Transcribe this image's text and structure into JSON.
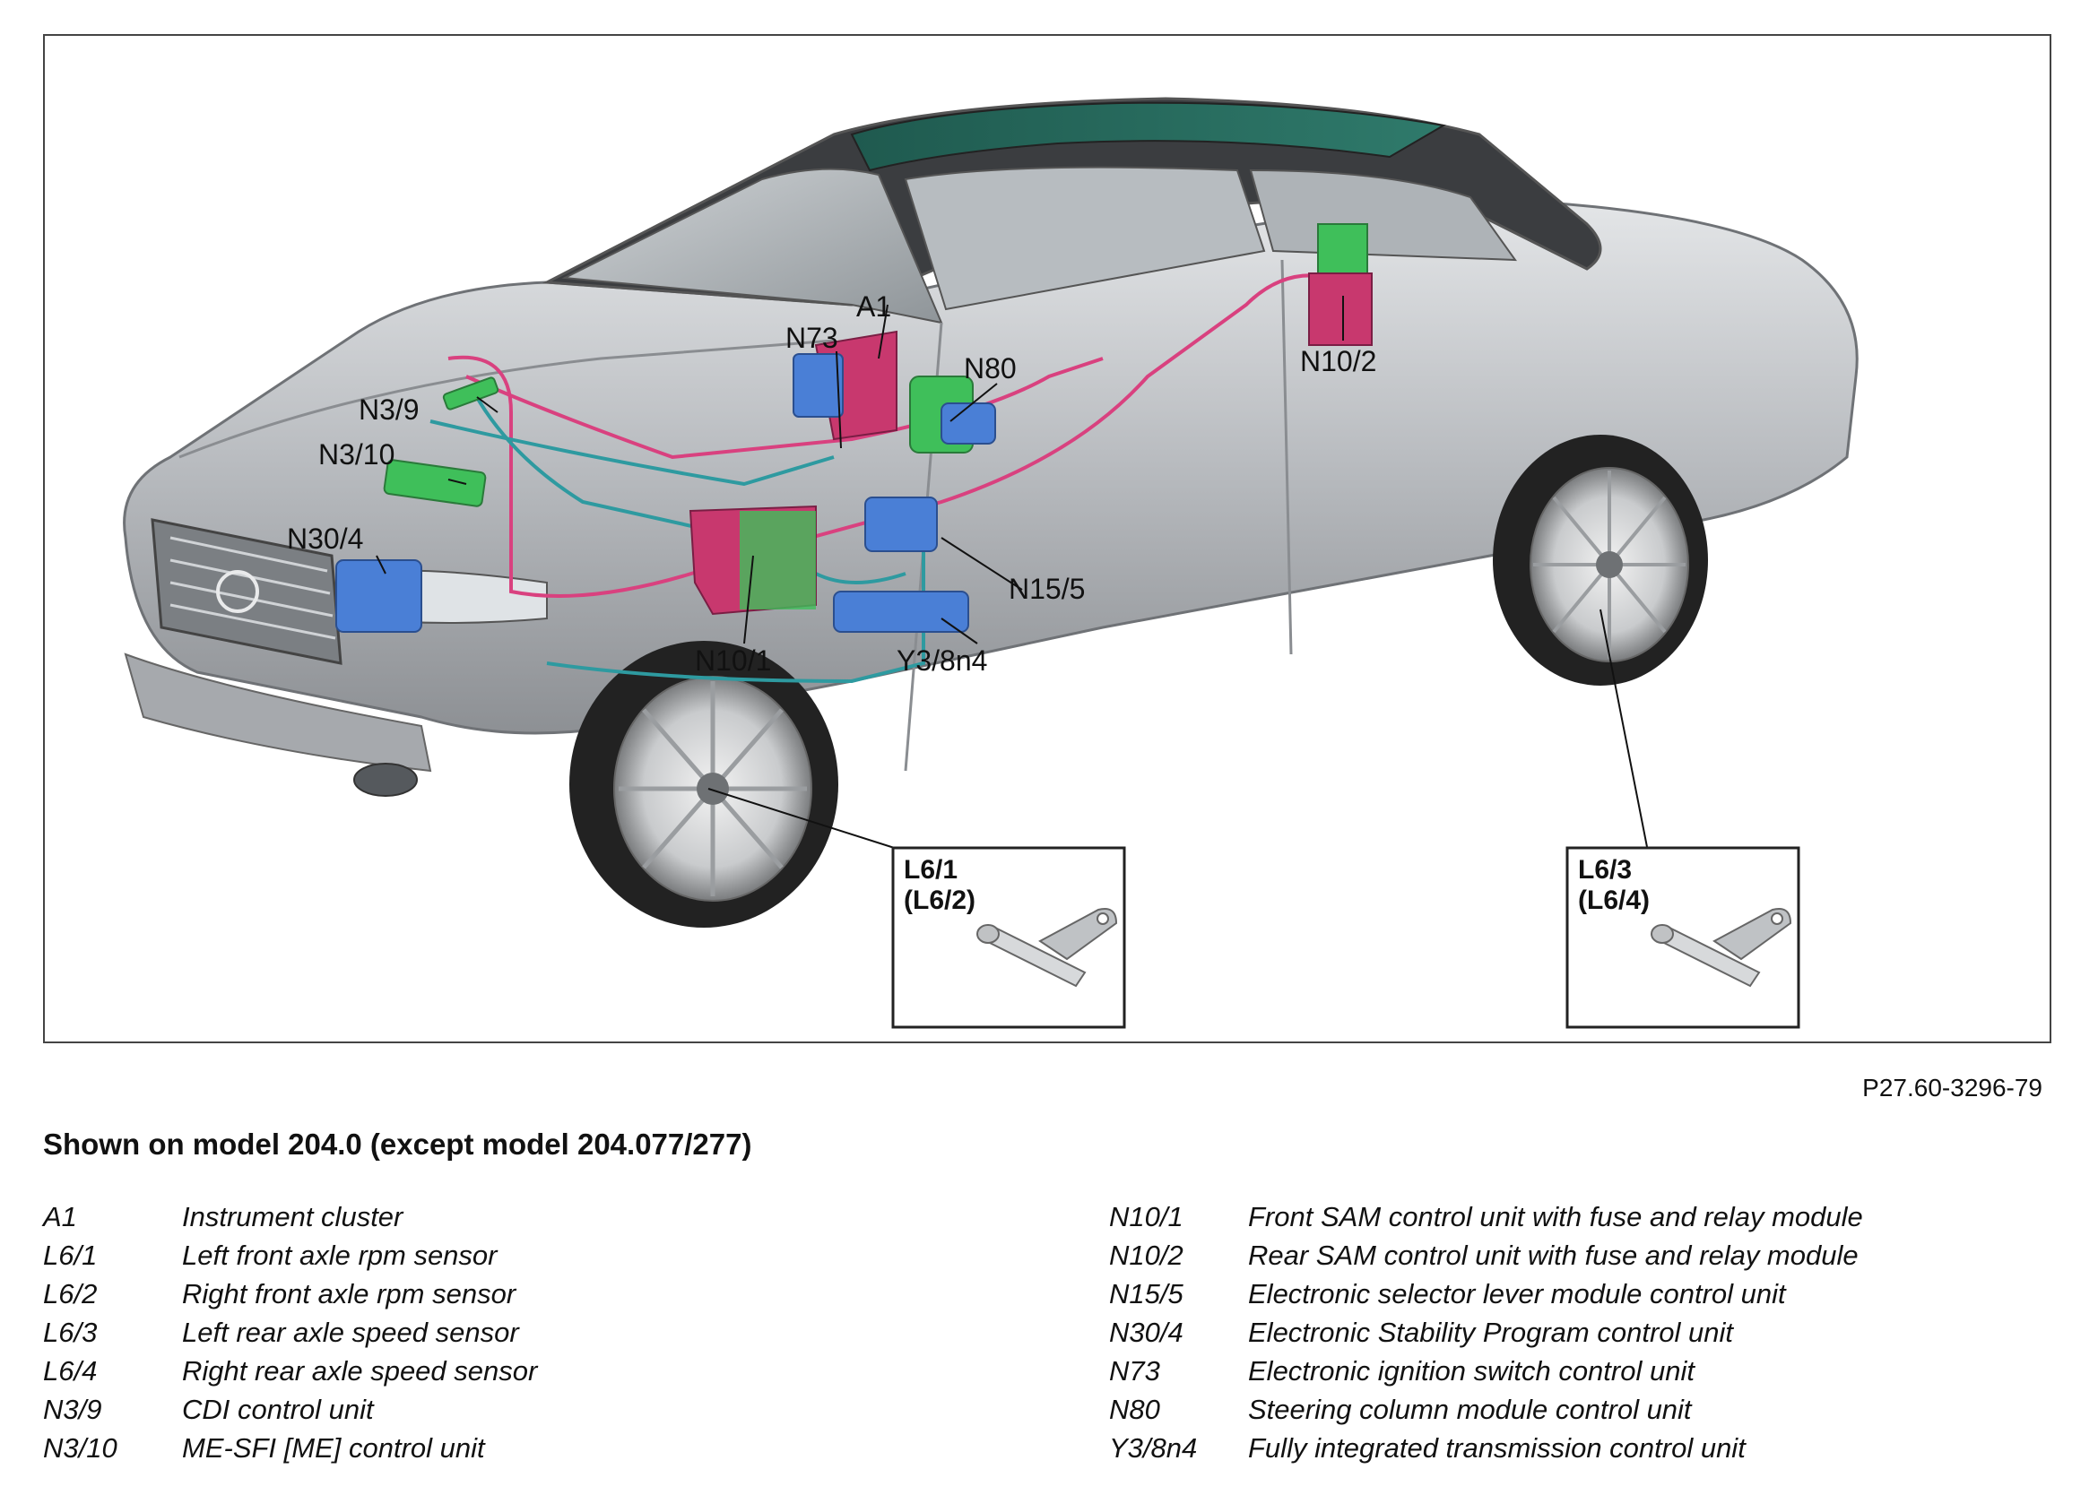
{
  "callouts": {
    "a1": "A1",
    "n73": "N73",
    "n80": "N80",
    "n10_2": "N10/2",
    "n3_9": "N3/9",
    "n3_10": "N3/10",
    "n30_4": "N30/4",
    "n15_5": "N15/5",
    "n10_1": "N10/1",
    "y3_8n4": "Y3/8n4"
  },
  "inset_front": {
    "line1": "L6/1",
    "line2": "(L6/2)"
  },
  "inset_rear": {
    "line1": "L6/3",
    "line2": "(L6/4)"
  },
  "figure_ref": "P27.60-3296-79",
  "caption": "Shown on model 204.0 (except model 204.077/277)",
  "legend_left": [
    {
      "code": "A1",
      "desc": "Instrument cluster"
    },
    {
      "code": "L6/1",
      "desc": "Left front axle rpm sensor"
    },
    {
      "code": "L6/2",
      "desc": "Right front axle rpm sensor"
    },
    {
      "code": "L6/3",
      "desc": "Left rear axle speed sensor"
    },
    {
      "code": "L6/4",
      "desc": "Right rear axle speed sensor"
    },
    {
      "code": "N3/9",
      "desc": "CDI control unit"
    },
    {
      "code": "N3/10",
      "desc": "ME-SFI [ME] control unit"
    }
  ],
  "legend_right": [
    {
      "code": "N10/1",
      "desc": "Front SAM control unit with fuse and relay module"
    },
    {
      "code": "N10/2",
      "desc": "Rear SAM control unit with fuse and relay module"
    },
    {
      "code": "N15/5",
      "desc": "Electronic selector lever module control unit"
    },
    {
      "code": "N30/4",
      "desc": "Electronic Stability Program control unit"
    },
    {
      "code": "N73",
      "desc": "Electronic ignition switch control unit"
    },
    {
      "code": "N80",
      "desc": "Steering column module control unit"
    },
    {
      "code": "Y3/8n4",
      "desc": "Fully integrated transmission control unit"
    }
  ],
  "colors": {
    "wire_pink": "#d9417f",
    "wire_teal": "#2e9aa0",
    "unit_pink": "#c8386e",
    "unit_green": "#3fbf5a",
    "unit_blue": "#4a7fd6",
    "body_silver": "#b9bcc0"
  }
}
